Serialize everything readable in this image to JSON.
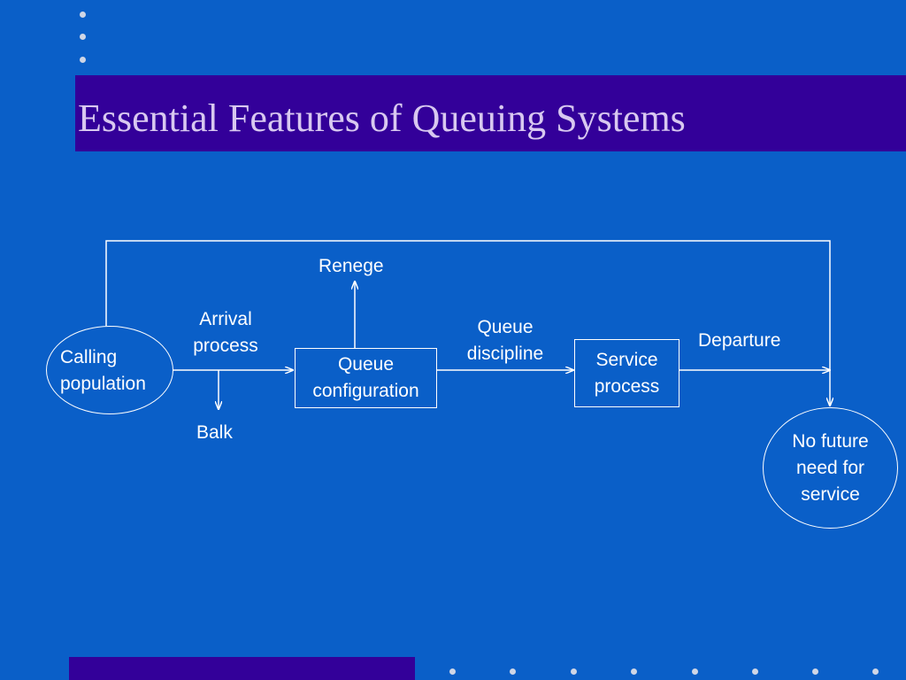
{
  "slide": {
    "title": "Essential Features of Queuing Systems"
  },
  "diagram": {
    "nodes": {
      "calling_population": {
        "line1": "Calling",
        "line2": "population"
      },
      "queue_configuration": {
        "line1": "Queue",
        "line2": "configuration"
      },
      "service_process": {
        "line1": "Service",
        "line2": "process"
      },
      "no_future_need": {
        "line1": "No future",
        "line2": "need for",
        "line3": "service"
      }
    },
    "edge_labels": {
      "arrival_process": {
        "line1": "Arrival",
        "line2": "process"
      },
      "balk": "Balk",
      "renege": "Renege",
      "queue_discipline": {
        "line1": "Queue",
        "line2": "discipline"
      },
      "departure": "Departure"
    }
  },
  "colors": {
    "background": "#0a5fc8",
    "title_band": "#330099",
    "title_text": "#d8c8f0",
    "diagram_lines": "#ffffff",
    "decor_dots": "#cfd6e6"
  }
}
